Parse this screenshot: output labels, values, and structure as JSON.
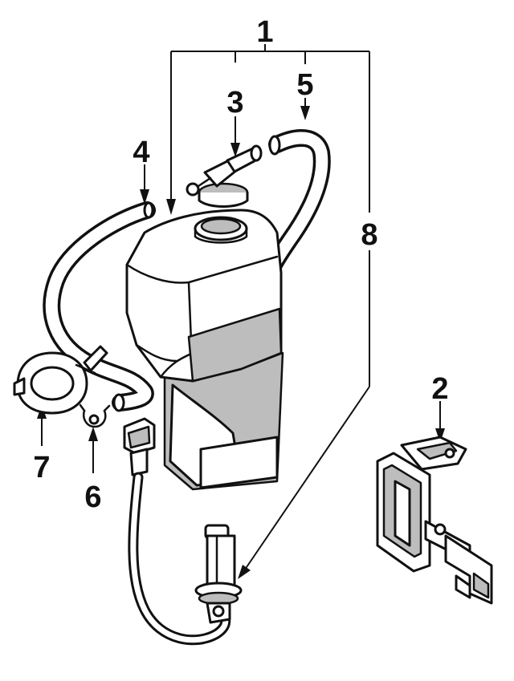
{
  "diagram": {
    "callouts": {
      "c1": "1",
      "c2": "2",
      "c3": "3",
      "c4": "4",
      "c5": "5",
      "c6": "6",
      "c7": "7",
      "c8": "8"
    },
    "parts": [
      "coolant-reservoir",
      "reservoir-cap",
      "overflow-hose",
      "recovery-hose",
      "hose-clamp",
      "gasket-seal",
      "level-sensor",
      "mounting-bracket"
    ]
  }
}
